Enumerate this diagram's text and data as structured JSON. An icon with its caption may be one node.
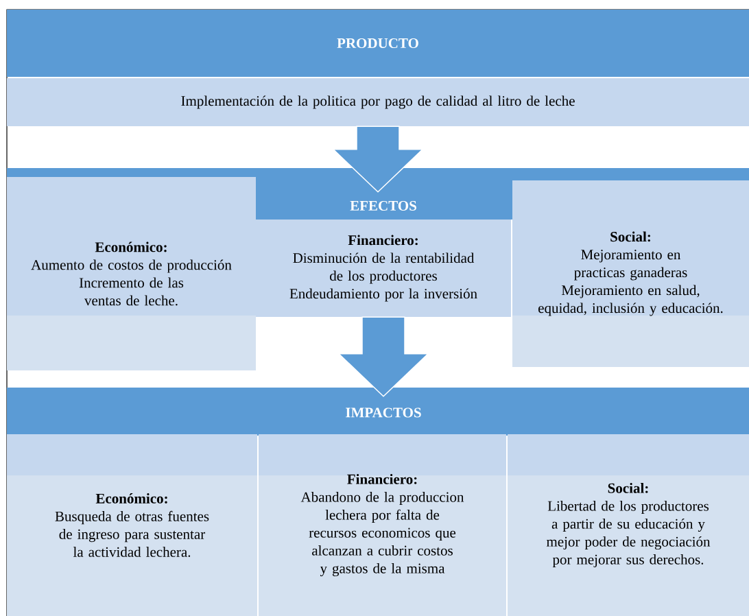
{
  "diagram": {
    "nodes": [
      {
        "text": [
          "PRODUCTO"
        ]
      },
      {
        "text": [
          "Implementación de la politica por pago de calidad al litro de leche"
        ]
      },
      {
        "text": [
          "EFECTOS"
        ]
      },
      {
        "text": [
          "Económico:",
          "Aumento de costos de producción",
          "Incremento de las ventas de leche."
        ]
      },
      {
        "text": [
          "Financiero:",
          "Disminución de la rentabilidad de los productores",
          "Endeudamiento por la inversión"
        ]
      },
      {
        "text": [
          "Social:",
          "Mejoramiento en practicas ganaderas",
          "Mejoramiento en salud, equidad, inclusión y educación."
        ]
      },
      {
        "text": [
          "IMPACTOS"
        ]
      },
      {
        "text": [
          "Económico:",
          "Busqueda de otras fuentes de ingreso para sustentar la actividad lechera."
        ]
      },
      {
        "text": [
          "Financiero:",
          "Abandono de la produccion lechera por falta de recursos economicos que alcanzan a cubrir costos y gastos de la misma"
        ]
      },
      {
        "text": [
          "Social:",
          "Libertad de los productores a partir de su educación y mejor poder de negociación por mejorar sus derechos."
        ]
      }
    ],
    "edges": [
      {
        "from": 1,
        "to": 2,
        "arrow": "to"
      },
      {
        "from": 4,
        "to": 6,
        "arrow": "to"
      }
    ]
  }
}
